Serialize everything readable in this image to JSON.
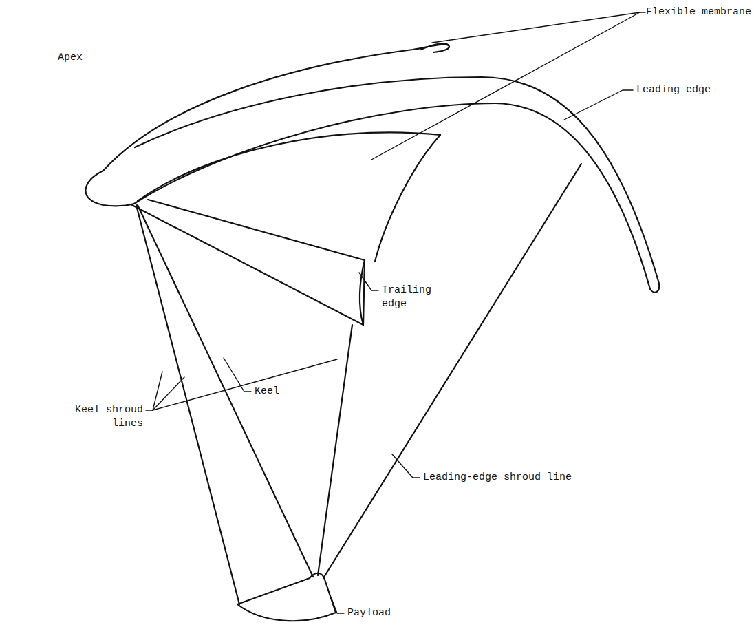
{
  "diagram": {
    "labels": [
      "Flexible membrane",
      "Leading edge",
      "Apex",
      "Trailing edge",
      "Keel",
      "Keel shroud lines",
      "Leading-edge shroud line",
      "Payload"
    ]
  }
}
